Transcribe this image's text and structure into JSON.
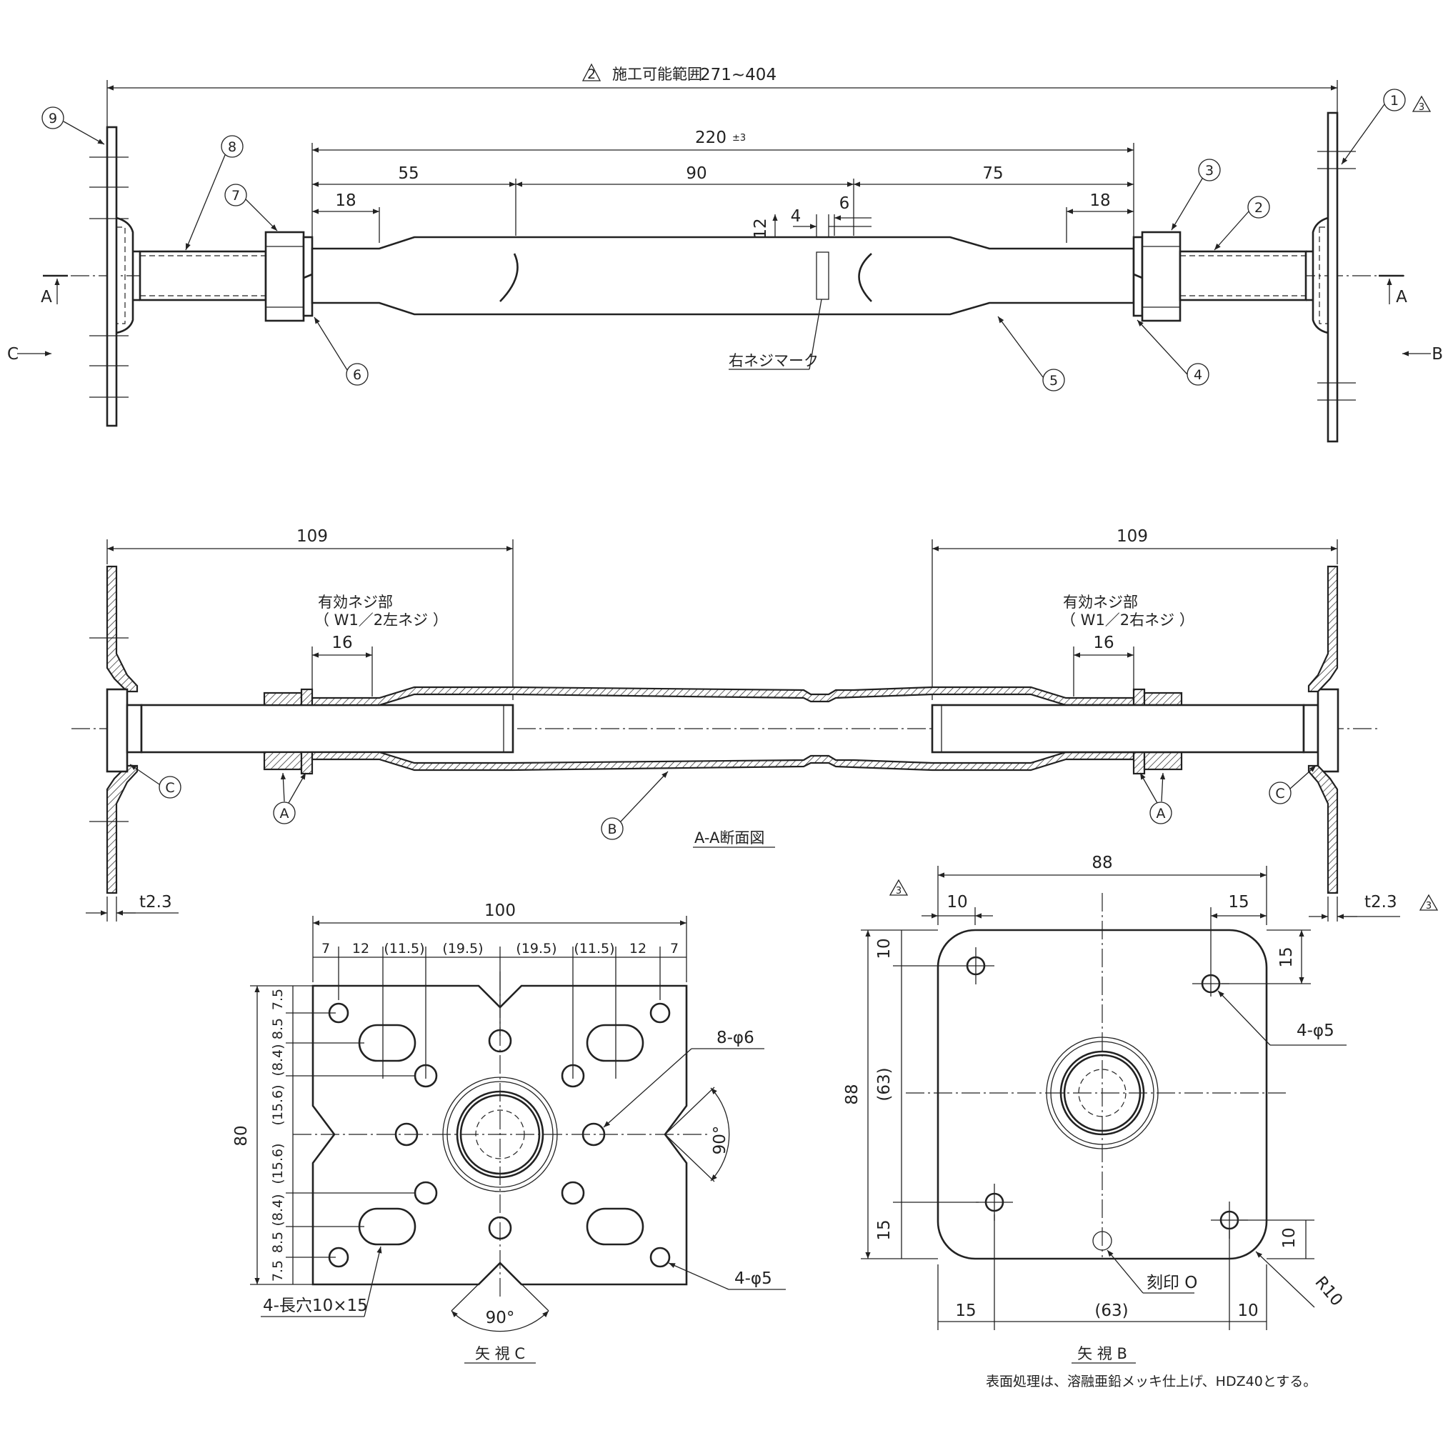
{
  "top_view": {
    "range_label": "施工可能範囲",
    "range_value": "271~404",
    "rev2": "2",
    "rev3": "3",
    "dims": {
      "total": "220",
      "tol": "±3",
      "d55": "55",
      "d90": "90",
      "d75": "75",
      "d18a": "18",
      "d18b": "18",
      "d4": "4",
      "d6": "6",
      "d12": "12"
    },
    "mark_label": "右ネジマーク",
    "section_a": "A",
    "view_c": "C",
    "view_b": "B",
    "parts": [
      "1",
      "2",
      "3",
      "4",
      "5",
      "6",
      "7",
      "8",
      "9"
    ]
  },
  "section_view": {
    "title": "A-A断面図",
    "dim_left": "109",
    "dim_right": "109",
    "thread_label": "有効ネジ部",
    "thread_left": "（ W1／2左ネジ ）",
    "thread_right": "（ W1／2右ネジ ）",
    "d16a": "16",
    "d16b": "16",
    "thk_left": "t2.3",
    "thk_right": "t2.3",
    "callout_a": "A",
    "callout_b": "B",
    "callout_c": "C"
  },
  "view_c": {
    "title": "矢 視 C",
    "d100": "100",
    "row_dims": [
      "7",
      "12",
      "(11.5)",
      "(19.5)",
      "(19.5)",
      "(11.5)",
      "12",
      "7"
    ],
    "col_dims": [
      "7.5",
      "8.5",
      "(8.4)",
      "(15.6)",
      "(15.6)",
      "(8.4)",
      "8.5",
      "7.5"
    ],
    "d80": "80",
    "holes_label": "8-φ6",
    "small_holes": "4-φ5",
    "slots": "4-長穴10×15",
    "angle_right": "90°",
    "angle_bottom": "90°"
  },
  "view_b": {
    "title": "矢 視 B",
    "rev3": "3",
    "d88_top": "88",
    "d10_top": "10",
    "d15_top": "15",
    "d88_left": "88",
    "d10_left": "10",
    "d63_left": "(63)",
    "d15_left": "15",
    "d15_right": "15",
    "d10_right": "10",
    "holes": "4-φ5",
    "engrave": "刻印 O",
    "radius": "R10",
    "d15_bot": "15",
    "d63_bot": "(63)",
    "d10_bot": "10"
  },
  "note": "表面処理は、溶融亜鉛メッキ仕上げ、HDZ40とする。"
}
